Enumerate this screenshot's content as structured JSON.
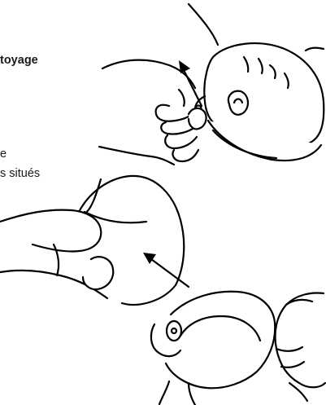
{
  "text": {
    "heading_fragment": "toyage",
    "line1_fragment": "e",
    "line2_fragment": "s situés"
  },
  "colors": {
    "ink": "#000000",
    "background": "#ffffff",
    "text": "#1a1a1a"
  },
  "icons": {
    "top_arrow": "arrow-up-left-icon",
    "bottom_arrow": "arrow-up-left-icon"
  }
}
